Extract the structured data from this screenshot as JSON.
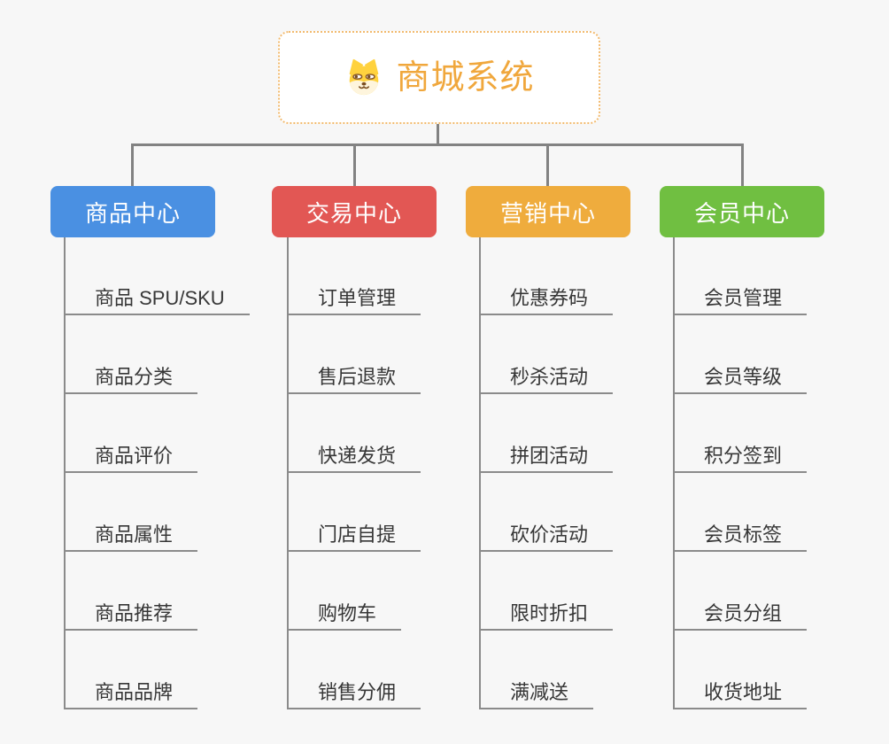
{
  "root": {
    "title": "商城系统",
    "icon": "dog-face-icon"
  },
  "branches": [
    {
      "id": "product-center",
      "label": "商品中心",
      "color": "#4A90E2",
      "children": [
        "商品 SPU/SKU",
        "商品分类",
        "商品评价",
        "商品属性",
        "商品推荐",
        "商品品牌"
      ]
    },
    {
      "id": "trade-center",
      "label": "交易中心",
      "color": "#E25754",
      "children": [
        "订单管理",
        "售后退款",
        "快递发货",
        "门店自提",
        "购物车",
        "销售分佣"
      ]
    },
    {
      "id": "marketing-center",
      "label": "营销中心",
      "color": "#EFAC3D",
      "children": [
        "优惠券码",
        "秒杀活动",
        "拼团活动",
        "砍价活动",
        "限时折扣",
        "满减送"
      ]
    },
    {
      "id": "member-center",
      "label": "会员中心",
      "color": "#70BF41",
      "children": [
        "会员管理",
        "会员等级",
        "积分签到",
        "会员标签",
        "会员分组",
        "收货地址"
      ]
    }
  ],
  "colors": {
    "background": "#F7F7F7",
    "root_text": "#F0A73C",
    "root_border": "#F2BA6E",
    "connector": "#828282",
    "child_line": "#8B8B8B",
    "child_text": "#373737"
  }
}
